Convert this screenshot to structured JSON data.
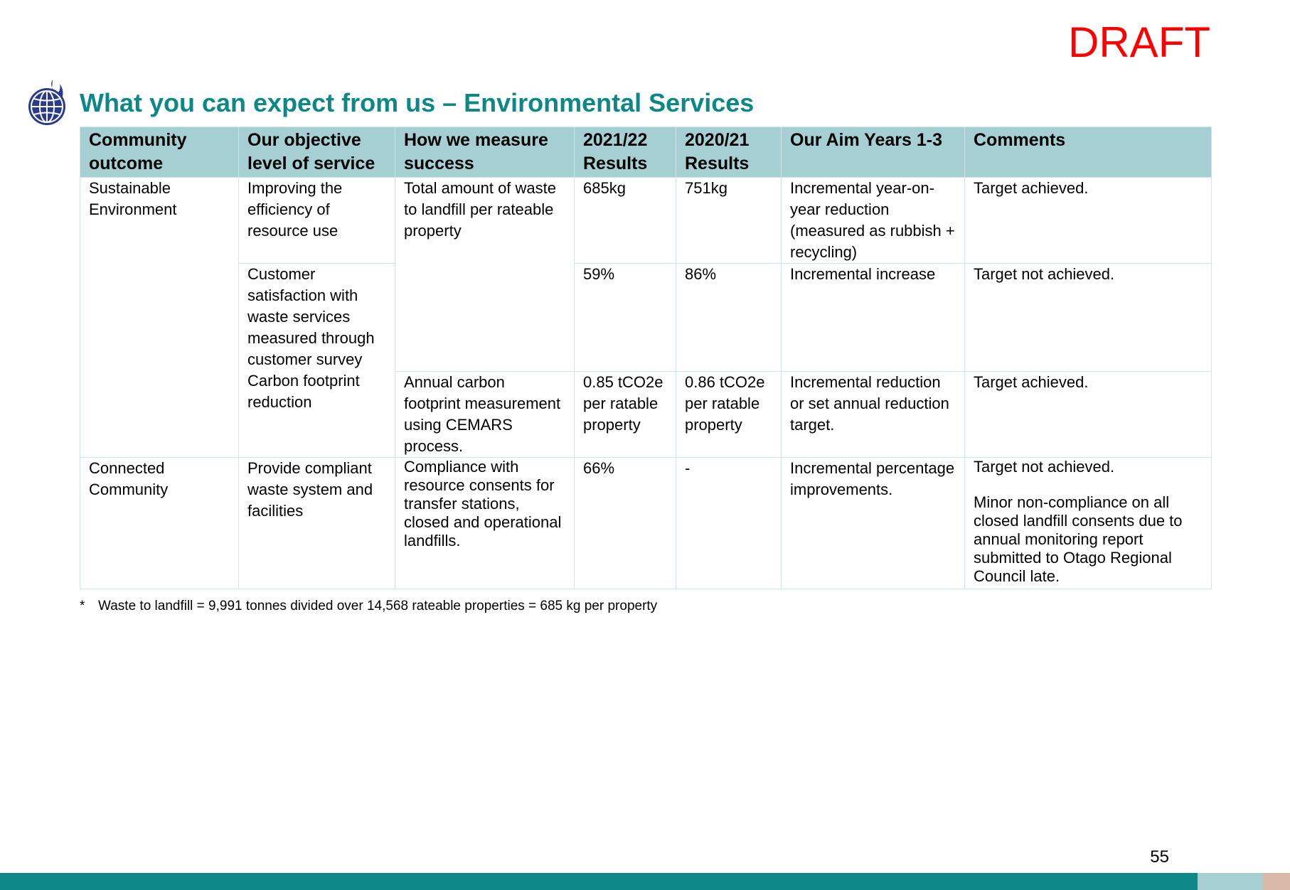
{
  "stamp": "DRAFT",
  "title": "What you can expect from us – Environmental Services",
  "icon": "globe-flame-icon",
  "colors": {
    "heading": "#0e8788",
    "header_fill": "#a6cfd3",
    "draft": "#ff0000",
    "footer": "#0e8788"
  },
  "table": {
    "headers": [
      "Community outcome",
      "Our objective level of service",
      "How we measure success",
      "2021/22 Results",
      "2020/21 Results",
      "Our Aim Years 1-3",
      "Comments"
    ],
    "rows": [
      {
        "outcome": "Sustainable Environment",
        "objective": "Improving the efficiency of resource use",
        "measure": "Total amount of waste to landfill per rateable property",
        "r2122": "685kg",
        "r2021": "751kg",
        "aim": "Incremental year-on-year reduction (measured as rubbish + recycling)",
        "comment": "Target achieved."
      },
      {
        "objective": "Customer satisfaction with waste services measured through customer survey",
        "r2122": "59%",
        "r2021": "86%",
        "aim": "Incremental increase",
        "comment": "Target not achieved."
      },
      {
        "objective": "Carbon footprint reduction",
        "measure": "Annual carbon footprint measurement using CEMARS process.",
        "r2122": "0.85 tCO2e per ratable property",
        "r2021": "0.86 tCO2e per ratable property",
        "aim": "Incremental reduction or set annual reduction target.",
        "comment": "Target achieved."
      },
      {
        "outcome": "Connected Community",
        "objective": "Provide compliant waste system and facilities",
        "measure": "Compliance with resource consents for transfer stations, closed and operational landfills.",
        "r2122": "66%",
        "r2021": "-",
        "aim": "Incremental percentage improvements.",
        "comment": "Target not achieved.",
        "comment_extra": "Minor non-compliance on all closed landfill consents due to annual monitoring report submitted to Otago Regional Council late."
      }
    ]
  },
  "footnote": {
    "marker": "*",
    "text": "Waste to landfill = 9,991 tonnes divided over 14,568 rateable properties = 685 kg per property"
  },
  "page_number": "55"
}
